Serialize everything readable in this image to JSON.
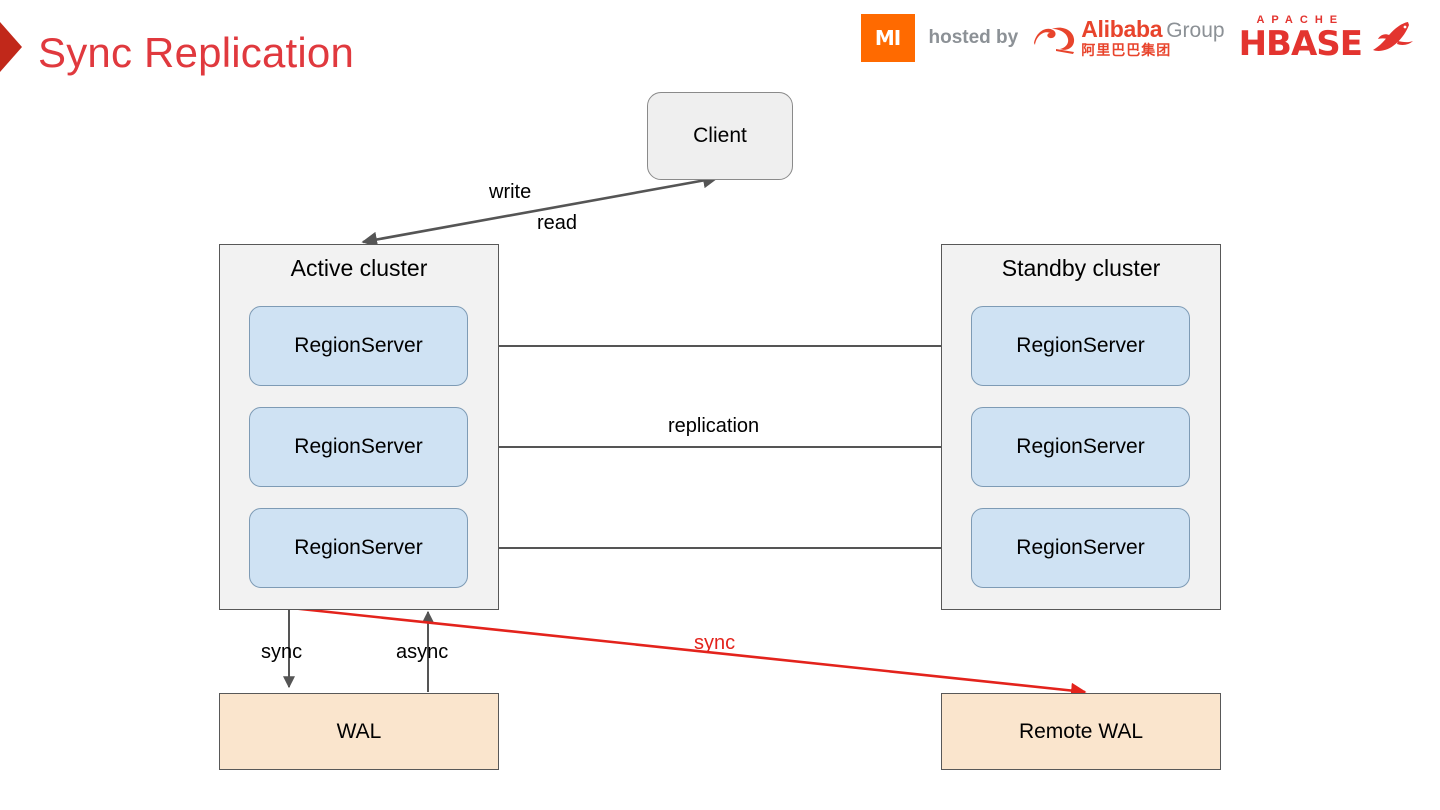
{
  "slide": {
    "title": "Sync Replication",
    "title_color": "#E0393E",
    "bullet_color": "#C1281A",
    "background": "#ffffff"
  },
  "logos": {
    "mi": {
      "text": "MI",
      "name": "xiaomi-logo",
      "bg": "#FF6A00",
      "fg": "#FFFFFF"
    },
    "hosted_by": "hosted by",
    "alibaba": {
      "name_en": "Alibaba",
      "group": "Group",
      "name_cn": "阿里巴巴集团",
      "color": "#E8442C",
      "group_color": "#8C9196"
    },
    "hbase": {
      "apache": "APACHE",
      "name": "HBASE",
      "color": "#E3342F"
    }
  },
  "diagram": {
    "client": {
      "label": "Client",
      "fill": "#EFEFEF",
      "stroke": "#8A8A8A"
    },
    "active_cluster": {
      "label": "Active cluster",
      "fill": "#F2F2F2",
      "stroke": "#585858",
      "region_servers": [
        {
          "label": "RegionServer"
        },
        {
          "label": "RegionServer"
        },
        {
          "label": "RegionServer"
        }
      ]
    },
    "standby_cluster": {
      "label": "Standby cluster",
      "fill": "#F2F2F2",
      "stroke": "#585858",
      "region_servers": [
        {
          "label": "RegionServer"
        },
        {
          "label": "RegionServer"
        },
        {
          "label": "RegionServer"
        }
      ]
    },
    "region_server_style": {
      "fill": "#CFE2F3",
      "stroke": "#7E9BB5"
    },
    "wal": {
      "label": "WAL",
      "fill": "#FAE5CD",
      "stroke": "#585858"
    },
    "remote_wal": {
      "label": "Remote WAL",
      "fill": "#FAE5CD",
      "stroke": "#585858"
    },
    "edges": [
      {
        "id": "client-write",
        "label": "write",
        "color": "#555555",
        "direction": "bidirectional"
      },
      {
        "id": "client-read",
        "label": "read",
        "color": "#555555",
        "direction": "bidirectional"
      },
      {
        "id": "replication",
        "label": "replication",
        "color": "#555555",
        "direction": "right"
      },
      {
        "id": "wal-sync",
        "label": "sync",
        "color": "#555555",
        "direction": "down"
      },
      {
        "id": "wal-async",
        "label": "async",
        "color": "#555555",
        "direction": "up"
      },
      {
        "id": "remote-sync",
        "label": "sync",
        "color": "#E3231C",
        "direction": "right-down"
      }
    ]
  }
}
